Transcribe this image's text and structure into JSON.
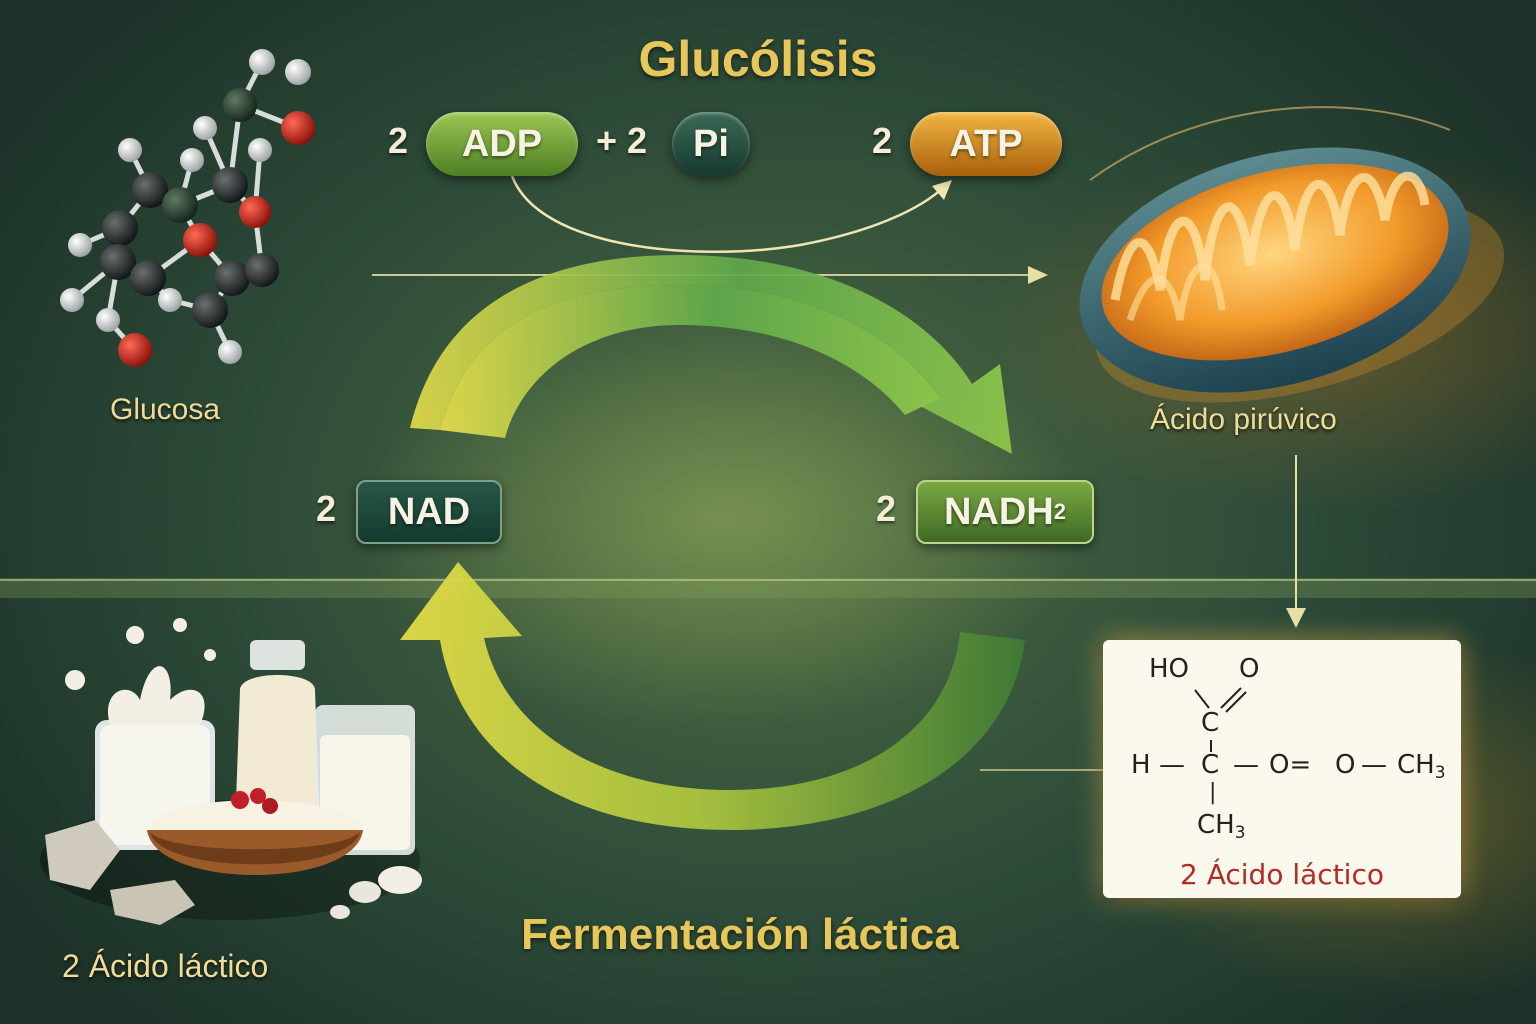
{
  "title": "Glucólisis",
  "subtitle": "Fermentación láctica",
  "atp_reaction": {
    "adp_coef": "2",
    "adp": "ADP",
    "pi_coef": "+ 2",
    "pi": "Pi",
    "atp_coef": "2",
    "atp": "ATP"
  },
  "nad_cycle": {
    "nad_coef": "2",
    "nad": "NAD",
    "nadh_coef": "2",
    "nadh": "NADH",
    "nadh_sub": "2"
  },
  "labels": {
    "glucose": "Glucosa",
    "pyruvic": "Ácido pirúvico",
    "lactic_bottom": "2 Ácido láctico"
  },
  "formula_card": {
    "ho": "HO",
    "o_top": "O",
    "c_top": "C",
    "h": "H",
    "dash1": "—",
    "c_mid": "C",
    "dash2": "—",
    "o_eq": "O=",
    "o2": "O",
    "dash3": "—",
    "ch3_right": "CH",
    "ch3_right_sub": "3",
    "bar": "|",
    "ch3_bottom": "CH",
    "ch3_bottom_sub": "3",
    "label": "2 Ácido láctico"
  },
  "icons": [
    "glucose-molecule-icon",
    "mitochondrion-icon",
    "dairy-products-icon"
  ],
  "colors": {
    "title": "#e8c75a",
    "adp": "#7aa83a",
    "pi": "#1f4a3a",
    "atp": "#d6901e",
    "nad": "#1f4a3a",
    "nadh": "#5f8a32",
    "arrow_yellow": "#d9d444",
    "arrow_green": "#3f8a55",
    "lactic_label": "#b42a25"
  }
}
